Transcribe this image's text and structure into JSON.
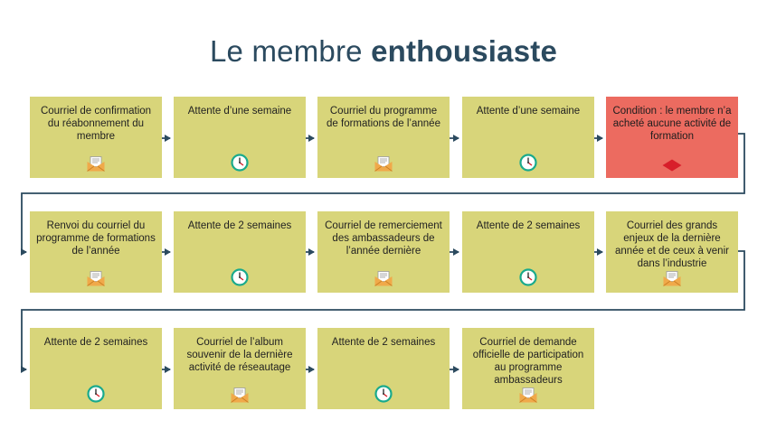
{
  "title": {
    "normal": "Le membre ",
    "bold": "enthousiaste"
  },
  "steps": [
    {
      "label": "Courriel de confirmation du réabonnement du membre",
      "icon": "envelope-icon"
    },
    {
      "label": "Attente d’une semaine",
      "icon": "clock-icon"
    },
    {
      "label": "Courriel du programme de formations de l’année",
      "icon": "envelope-icon"
    },
    {
      "label": "Attente d’une semaine",
      "icon": "clock-icon"
    },
    {
      "label": "Condition : le membre n’a acheté aucune activité de formation",
      "icon": "diamond-icon",
      "type": "condition"
    },
    {
      "label": "Renvoi du courriel du programme de formations de l’année",
      "icon": "envelope-icon"
    },
    {
      "label": "Attente de 2 semaines",
      "icon": "clock-icon"
    },
    {
      "label": "Courriel de remerciement des ambassadeurs de l’année dernière",
      "icon": "envelope-icon"
    },
    {
      "label": "Attente de 2 semaines",
      "icon": "clock-icon"
    },
    {
      "label": "Courriel des grands enjeux de la dernière année et de ceux à venir dans l’industrie",
      "icon": "envelope-icon"
    },
    {
      "label": "Attente de 2 semaines",
      "icon": "clock-icon"
    },
    {
      "label": "Courriel de l’album souvenir de la dernière activité de réseautage",
      "icon": "envelope-icon"
    },
    {
      "label": "Attente de 2 semaines",
      "icon": "clock-icon"
    },
    {
      "label": "Courriel de demande officielle de participation au programme ambassadeurs",
      "icon": "envelope-icon"
    }
  ],
  "colors": {
    "box": "#d8d57a",
    "condition": "#ec6b60",
    "connector": "#2b4a5f",
    "title": "#2b4a5f",
    "envelope": "#f0a94a",
    "clock": "#1aaa8c",
    "diamond": "#d81e2a"
  }
}
